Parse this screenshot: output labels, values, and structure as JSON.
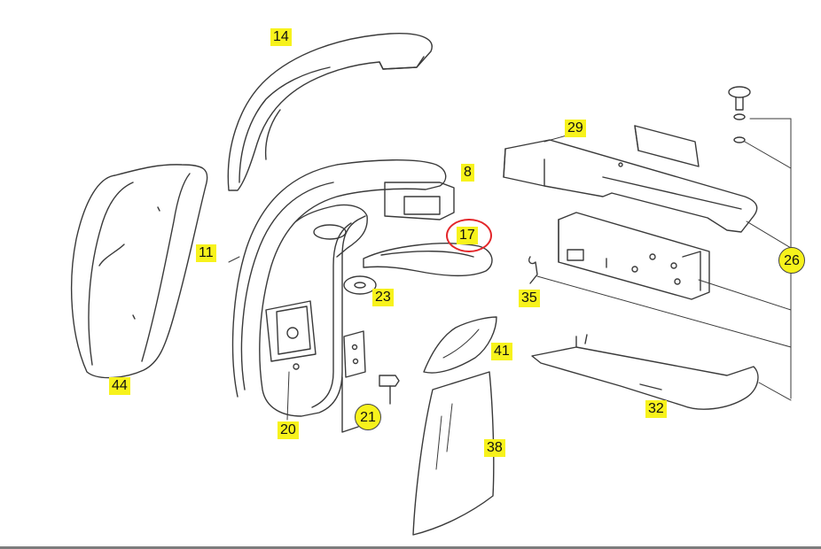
{
  "diagram": {
    "part_numbers": {
      "p14": "14",
      "p8": "8",
      "p29": "29",
      "p26": "26",
      "p11": "11",
      "p17": "17",
      "p44": "44",
      "p23": "23",
      "p35": "35",
      "p41": "41",
      "p32": "32",
      "p20": "20",
      "p21": "21",
      "p38": "38"
    },
    "highlighted_part": "17",
    "colors": {
      "label_background": "#f7f21c",
      "highlight_circle": "#e3262a",
      "line_art": "#3a3a3a"
    }
  }
}
